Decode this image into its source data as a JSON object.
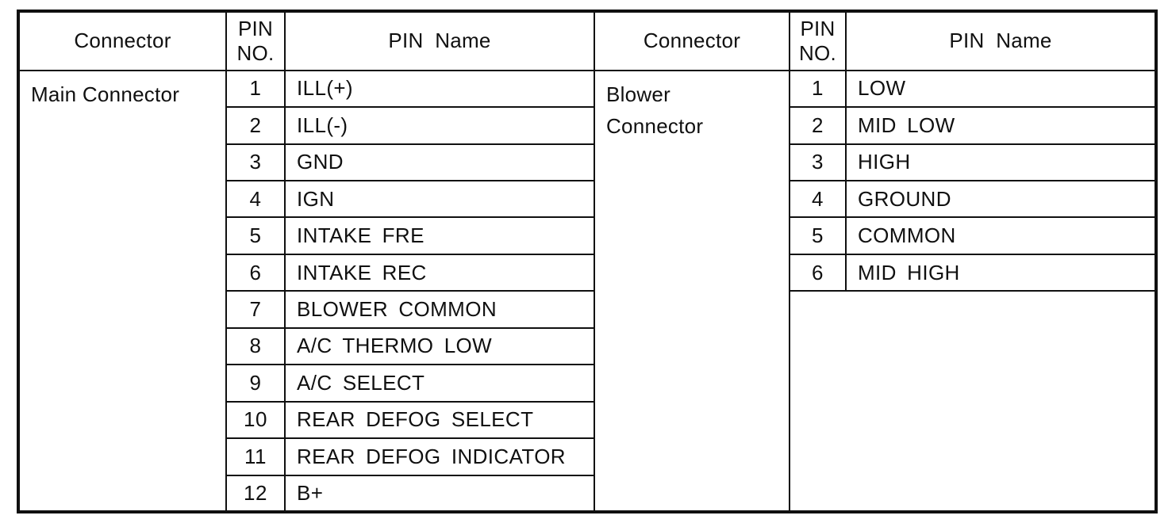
{
  "document": {
    "type": "pin-assignment-table",
    "colors": {
      "ink": "#101010",
      "paper": "#ffffff"
    }
  },
  "table": {
    "headers": [
      "Connector",
      "PIN NO.",
      "PIN Name",
      "Connector",
      "PIN NO.",
      "PIN Name"
    ],
    "left": {
      "connector": "Main Connector",
      "pins": [
        {
          "no": "1",
          "name": "ILL(+)"
        },
        {
          "no": "2",
          "name": "ILL(-)"
        },
        {
          "no": "3",
          "name": "GND"
        },
        {
          "no": "4",
          "name": "IGN"
        },
        {
          "no": "5",
          "name": "INTAKE FRE"
        },
        {
          "no": "6",
          "name": "INTAKE REC"
        },
        {
          "no": "7",
          "name": "BLOWER COMMON"
        },
        {
          "no": "8",
          "name": "A/C THERMO LOW"
        },
        {
          "no": "9",
          "name": "A/C SELECT"
        },
        {
          "no": "10",
          "name": "REAR DEFOG SELECT"
        },
        {
          "no": "11",
          "name": "REAR DEFOG INDICATOR"
        },
        {
          "no": "12",
          "name": "B+"
        }
      ]
    },
    "right": {
      "connector": "Blower\nConnector",
      "pins": [
        {
          "no": "1",
          "name": "LOW"
        },
        {
          "no": "2",
          "name": "MID LOW"
        },
        {
          "no": "3",
          "name": "HIGH"
        },
        {
          "no": "4",
          "name": "GROUND"
        },
        {
          "no": "5",
          "name": "COMMON"
        },
        {
          "no": "6",
          "name": "MID HIGH"
        }
      ]
    }
  }
}
